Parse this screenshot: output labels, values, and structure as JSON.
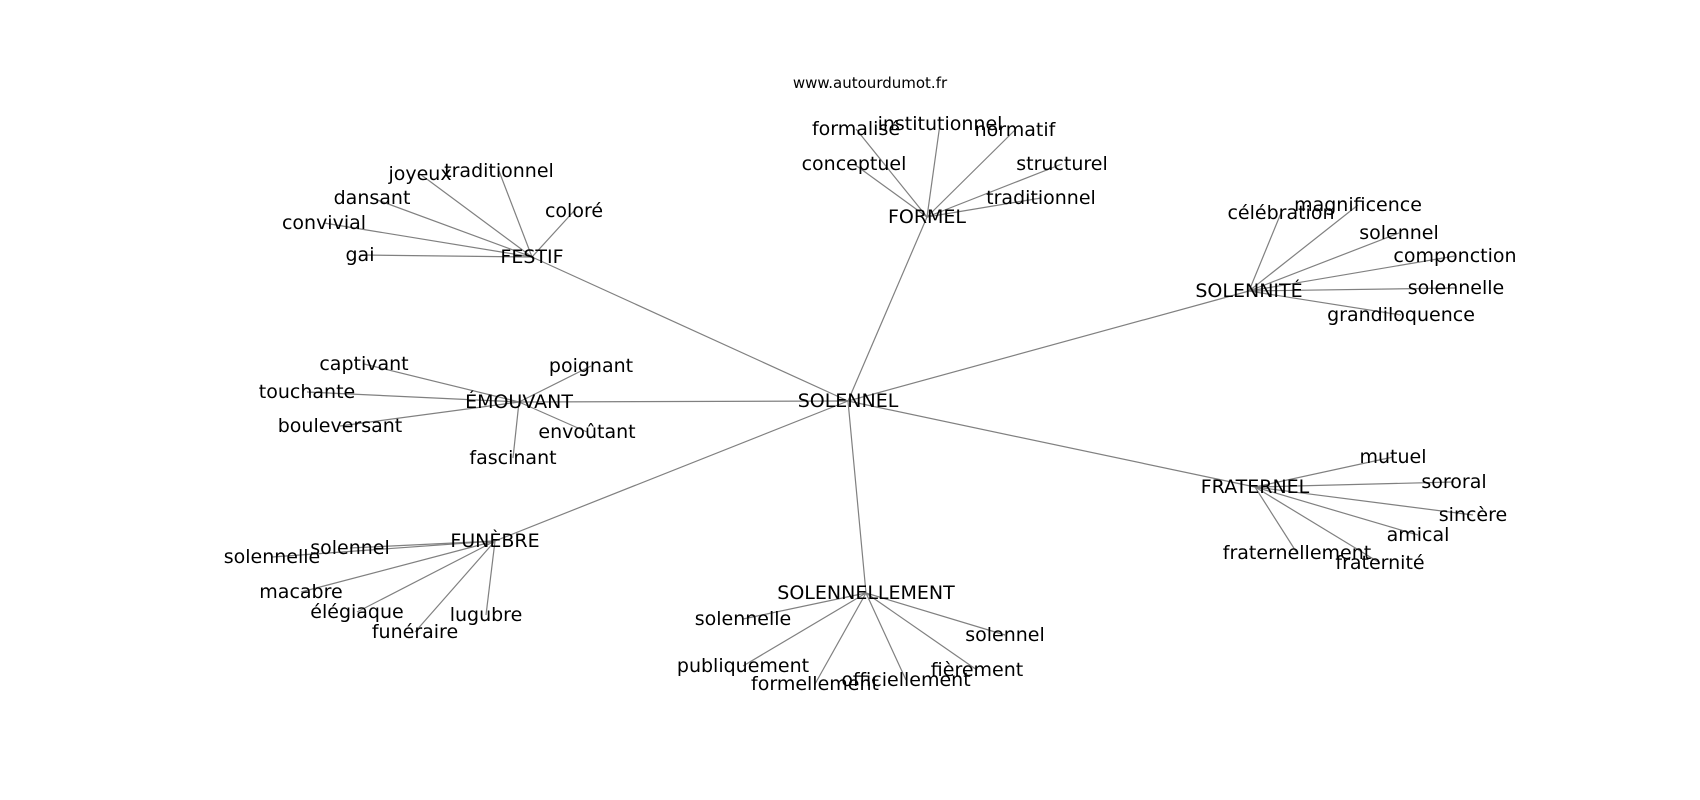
{
  "source": "www.autourdumot.fr",
  "root": "SOLENNEL",
  "clusters": [
    {
      "label": "FESTIF",
      "leaves": [
        "joyeux",
        "traditionnel",
        "dansant",
        "coloré",
        "convivial",
        "gai"
      ]
    },
    {
      "label": "FORMEL",
      "leaves": [
        "formalisé",
        "institutionnel",
        "normatif",
        "conceptuel",
        "structurel",
        "traditionnel"
      ]
    },
    {
      "label": "SOLENNITÉ",
      "leaves": [
        "célébration",
        "magnificence",
        "solennel",
        "componction",
        "solennelle",
        "grandiloquence"
      ]
    },
    {
      "label": "ÉMOUVANT",
      "leaves": [
        "captivant",
        "poignant",
        "touchante",
        "bouleversant",
        "envoûtant",
        "fascinant"
      ]
    },
    {
      "label": "FRATERNEL",
      "leaves": [
        "mutuel",
        "sororal",
        "sincère",
        "amical",
        "fraternellement",
        "fraternité"
      ]
    },
    {
      "label": "FUNÈBRE",
      "leaves": [
        "solennel",
        "solennelle",
        "macabre",
        "élégiaque",
        "funéraire",
        "lugubre"
      ]
    },
    {
      "label": "SOLENNELLEMENT",
      "leaves": [
        "solennelle",
        "solennel",
        "publiquement",
        "formellement",
        "officiellement",
        "fièrement"
      ]
    }
  ]
}
